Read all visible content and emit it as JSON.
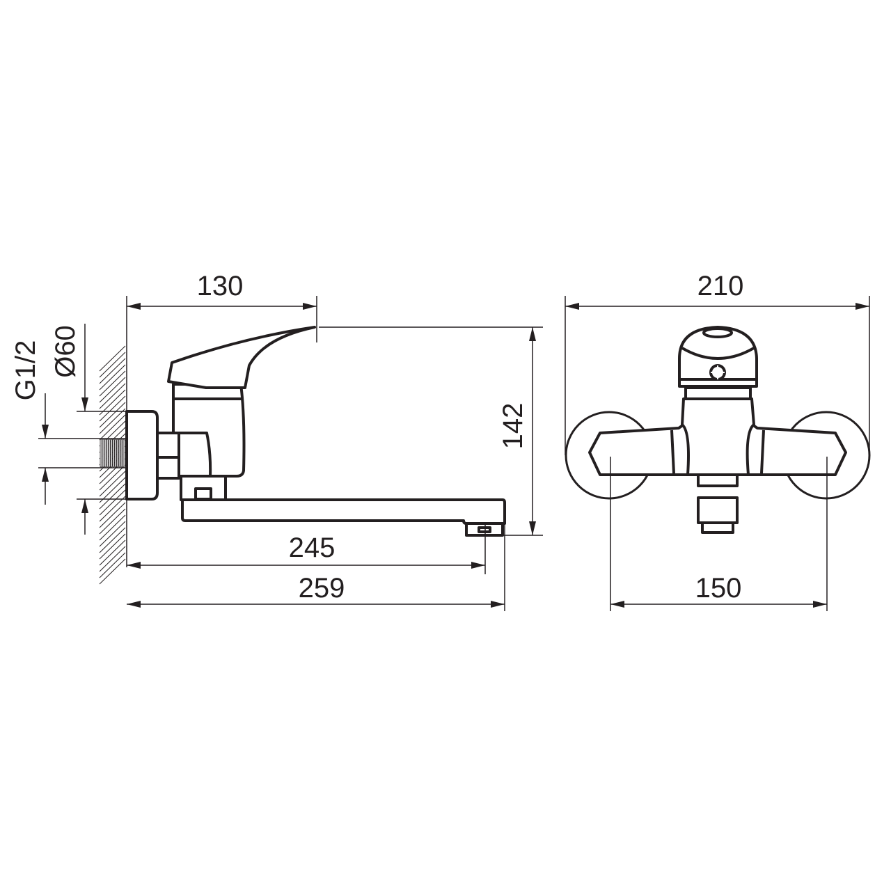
{
  "title": "Wall-mounted single lever mixer - technical drawing",
  "side_view": {
    "dimensions": {
      "handle_reach": "130",
      "height": "142",
      "spout_outlet": "245",
      "overall_length": "259",
      "thread": "G1/2",
      "flange_diameter": "Ø60"
    }
  },
  "front_view": {
    "dimensions": {
      "overall_width": "210",
      "connection_spacing": "150"
    }
  },
  "colors": {
    "line": "#231f20",
    "background": "#ffffff"
  }
}
